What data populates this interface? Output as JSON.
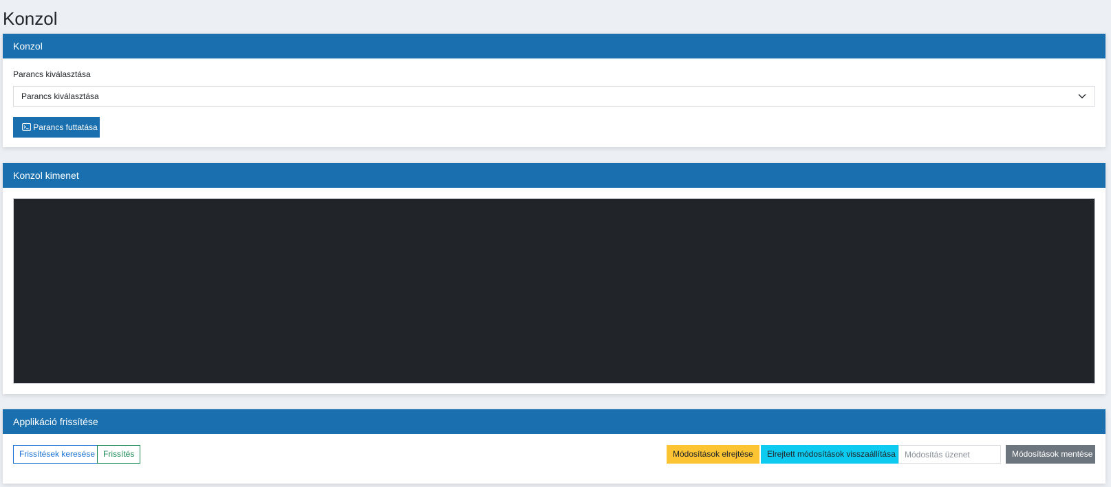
{
  "page": {
    "title": "Konzol"
  },
  "console_card": {
    "header": "Konzol",
    "select_label": "Parancs kiválasztása",
    "select_value": "Parancs kiválasztása",
    "run_button": "Parancs futtatása"
  },
  "output_card": {
    "header": "Konzol kimenet",
    "output_text": ""
  },
  "update_card": {
    "header": "Applikáció frissítése",
    "check_updates_button": "Frissítések keresése",
    "update_button": "Frissítés",
    "stash_button": "Módosítások elrejtése",
    "restore_button": "Elrejtett módosítások visszaállítása",
    "message_placeholder": "Módosítás üzenet",
    "message_value": "",
    "save_button": "Módosítások mentése"
  },
  "colors": {
    "primary": "#1a6fae",
    "background": "#eceff4",
    "console": "#212529",
    "warning": "#fcc332",
    "info": "#0dcaf0",
    "secondary": "#6c757d",
    "success": "#198754"
  },
  "icons": {
    "run": "terminal-icon",
    "select": "chevron-down-icon"
  }
}
